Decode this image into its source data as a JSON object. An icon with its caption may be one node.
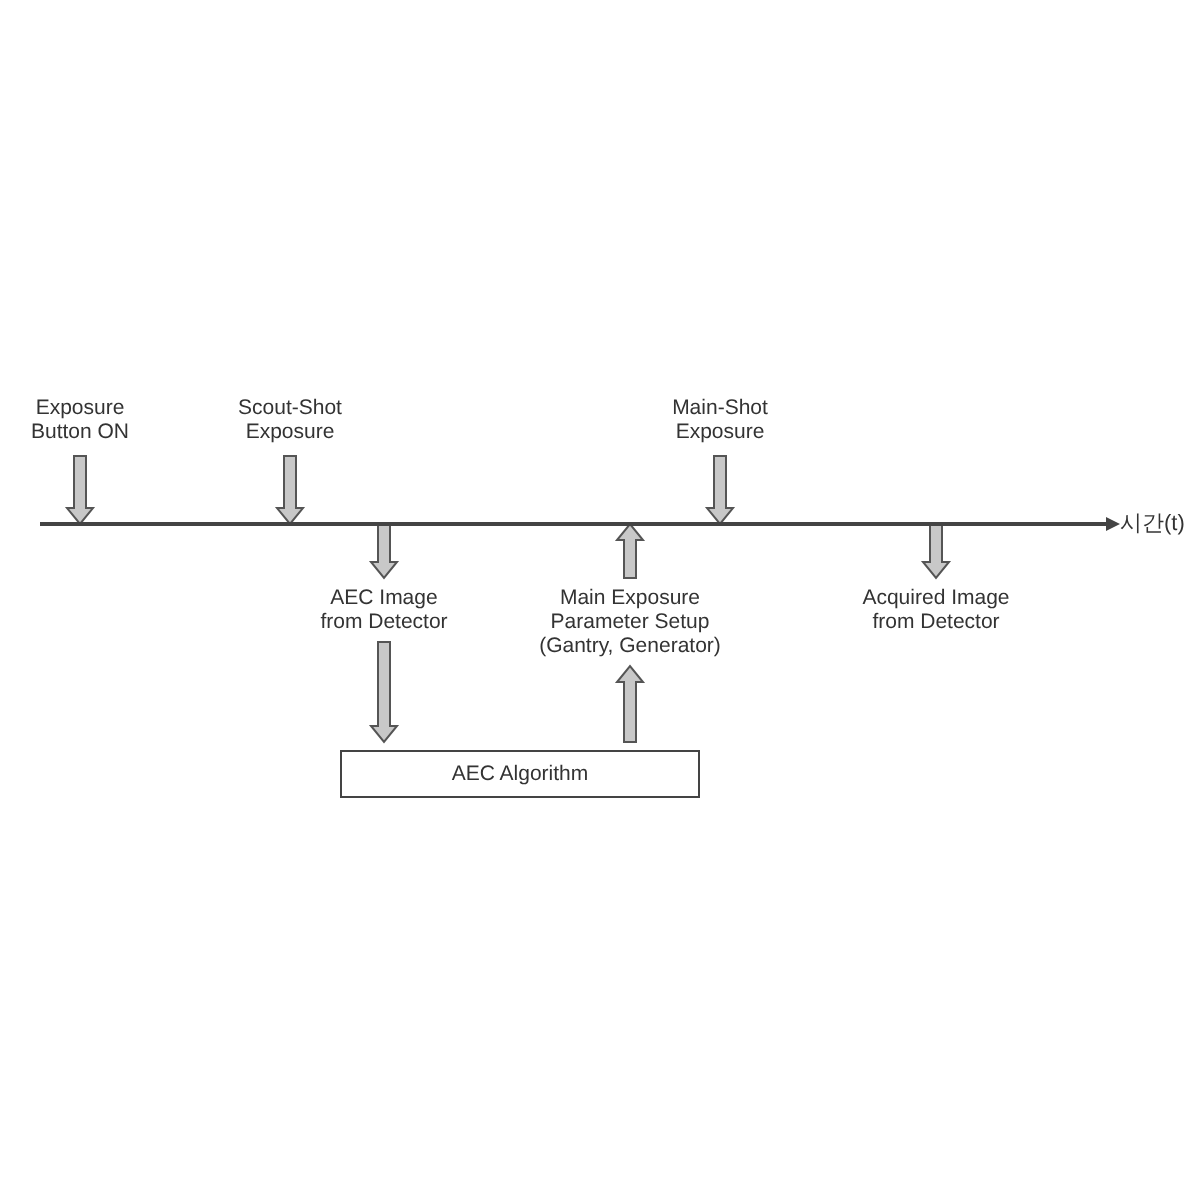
{
  "diagram": {
    "nodes": [
      {
        "text": [
          "Exposure Button ON"
        ]
      },
      {
        "text": [
          "Scout-Shot Exposure"
        ]
      },
      {
        "text": [
          "Main-Shot Exposure"
        ]
      },
      {
        "text": [],
        "shape": "bar",
        "beside": [
          "시간(t)"
        ]
      },
      {
        "text": [
          "AEC Image from Detector"
        ]
      },
      {
        "text": [
          "Main Exposure Parameter Setup (Gantry, Generator)"
        ]
      },
      {
        "text": [
          "Acquired Image from Detector"
        ]
      },
      {
        "text": [
          "AEC Algorithm"
        ]
      }
    ],
    "edges": [
      {
        "from": 0,
        "to": 3,
        "arrow": "to"
      },
      {
        "from": 1,
        "to": 3,
        "arrow": "to"
      },
      {
        "from": 2,
        "to": 3,
        "arrow": "to"
      },
      {
        "from": 3,
        "to": 4,
        "arrow": "to"
      },
      {
        "from": 5,
        "to": 3,
        "arrow": "to"
      },
      {
        "from": 3,
        "to": 6,
        "arrow": "to"
      },
      {
        "from": 4,
        "to": 7,
        "arrow": "to"
      },
      {
        "from": 7,
        "to": 5,
        "arrow": "to"
      }
    ]
  }
}
